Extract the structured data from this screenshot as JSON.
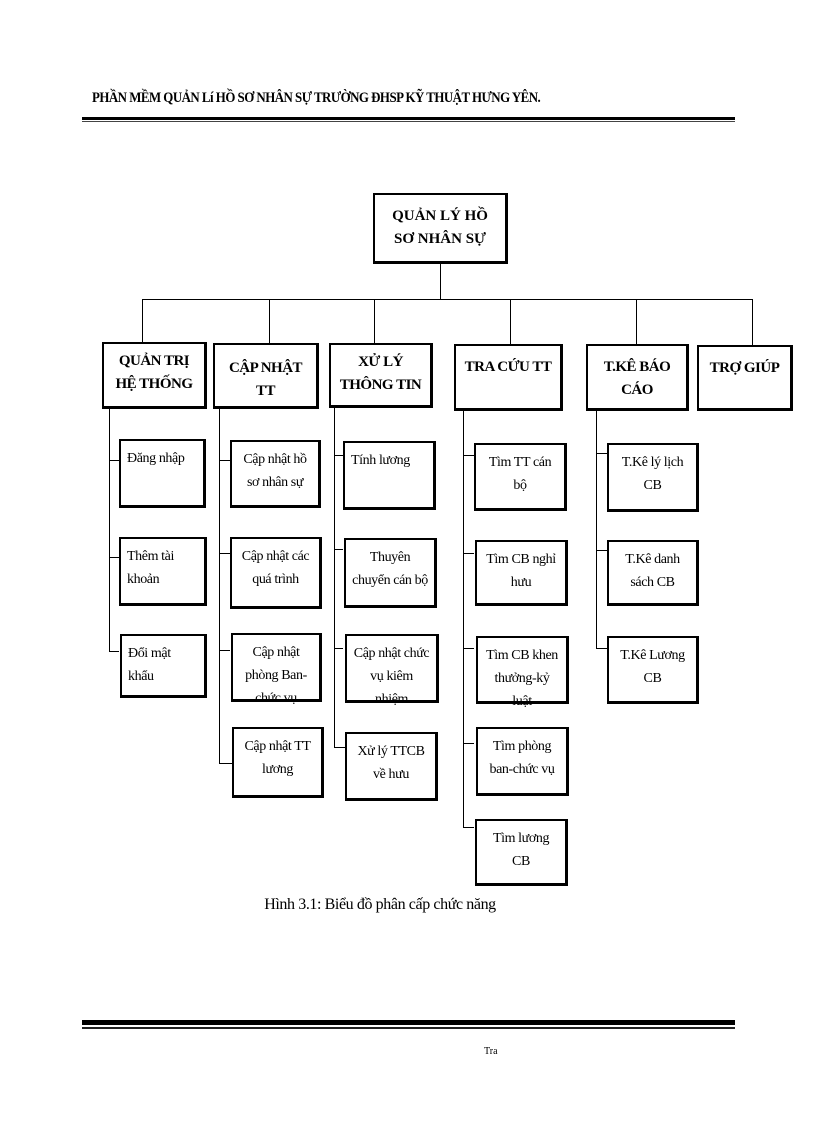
{
  "header": {
    "title": "PHẦN MỀM QUẢN Lí HỒ SƠ NHÂN SỰ TRƯỜNG ĐHSP KỸ THUẬT HƯNG YÊN."
  },
  "diagram": {
    "root": "QUẢN LÝ HỒ SƠ NHÂN SỰ",
    "branches": [
      {
        "label": "QUẢN TRỊ HỆ THỐNG",
        "children": [
          "Đăng nhập",
          "Thêm tài khoản",
          "Đổi mật khẩu"
        ]
      },
      {
        "label": "CẬP NHẬT TT",
        "children": [
          "Cập nhật hồ sơ nhân sự",
          "Cập nhật các quá trình",
          "Cập nhật phòng Ban-chức vụ",
          "Cập nhật TT lương"
        ]
      },
      {
        "label": "XỬ LÝ THÔNG TIN",
        "children": [
          "Tính lương",
          "Thuyên chuyển cán bộ",
          "Cập nhật chức vụ kiêm nhiệm",
          "Xử lý TTCB về hưu"
        ]
      },
      {
        "label": "TRA CỨU TT",
        "children": [
          "Tìm TT cán bộ",
          "Tìm CB nghỉ hưu",
          "Tìm CB khen thưởng-kỷ luật",
          "Tìm phòng ban-chức vụ",
          "Tìm lương CB"
        ]
      },
      {
        "label": "T.KÊ BÁO CÁO",
        "children": [
          "T.Kê lý lịch CB",
          "T.Kê danh sách CB",
          "T.Kê Lương CB"
        ]
      },
      {
        "label": "TRỢ GIÚP",
        "children": []
      }
    ]
  },
  "caption": "Hình 3.1: Biểu đồ phân cấp chức năng",
  "footer": {
    "page": "Tra"
  }
}
